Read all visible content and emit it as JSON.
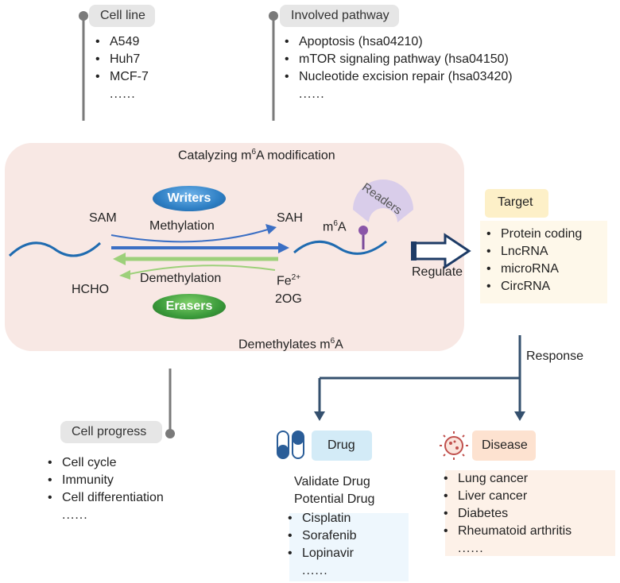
{
  "cell_line": {
    "title": "Cell line",
    "items": [
      "A549",
      "Huh7",
      "MCF-7"
    ],
    "more": "......"
  },
  "involved_pathway": {
    "title": "Involved pathway",
    "items": [
      "Apoptosis (hsa04210)",
      "mTOR signaling pathway (hsa04150)",
      "Nucleotide excision repair (hsa03420)"
    ],
    "more": "......"
  },
  "catalysis": {
    "title_pre": "Catalyzing m",
    "title_sup": "6",
    "title_post": "A modification",
    "writers": "Writers",
    "erasers": "Erasers",
    "sam": "SAM",
    "sah": "SAH",
    "methylation": "Methylation",
    "demethylation": "Demethylation",
    "hcho": "HCHO",
    "fe": "Fe",
    "fe_sup": "2+",
    "og": "2OG",
    "m6a_pre": "m",
    "m6a_sup": "6",
    "m6a_post": "A",
    "readers": "Readers",
    "bottom_pre": "Demethylates m",
    "bottom_sup": "6",
    "bottom_post": "A",
    "regulate": "Regulate"
  },
  "target": {
    "title": "Target",
    "items": [
      "Protein coding",
      "LncRNA",
      "microRNA",
      "CircRNA"
    ]
  },
  "response": "Response",
  "cell_progress": {
    "title": "Cell progress",
    "items": [
      "Cell cycle",
      "Immunity",
      "Cell differentiation"
    ],
    "more": "......"
  },
  "drug": {
    "title": "Drug",
    "sub1": "Validate Drug",
    "sub2": "Potential Drug",
    "items": [
      "Cisplatin",
      "Sorafenib",
      "Lopinavir"
    ],
    "more": "......"
  },
  "disease": {
    "title": "Disease",
    "items": [
      "Lung cancer",
      "Liver cancer",
      "Diabetes",
      "Rheumatoid arthritis"
    ],
    "more": "......"
  },
  "colors": {
    "panel": "#f8e8e4",
    "writers": "#2e7fc4",
    "erasers": "#3a9a3a",
    "methyl_arrow": "#3b6fc4",
    "demethyl_arrow": "#9dd07a",
    "readers": "#d9cdea",
    "rna": "#1f6bb0",
    "target_bg": "#fdf0c8",
    "drug_bg": "#d3ebf7",
    "disease_bg": "#fde2d0",
    "connector": "#34506e"
  }
}
